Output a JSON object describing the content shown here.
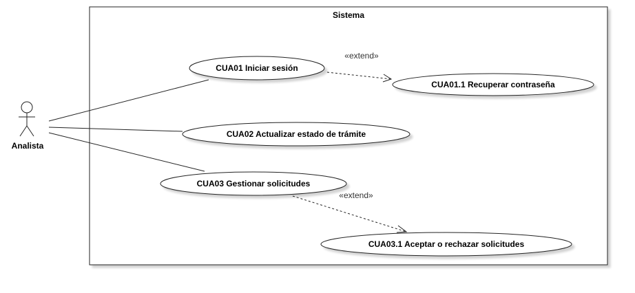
{
  "system": {
    "title": "Sistema"
  },
  "actor": {
    "name": "Analista"
  },
  "use_cases": {
    "uc01": "CUA01  Iniciar sesión",
    "uc011": "CUA01.1  Recuperar contraseña",
    "uc02": "CUA02  Actualizar estado de trámite",
    "uc03": "CUA03  Gestionar solicitudes",
    "uc031": "CUA03.1  Aceptar o rechazar solicitudes"
  },
  "relations": {
    "extend1": "«extend»",
    "extend2": "«extend»"
  }
}
